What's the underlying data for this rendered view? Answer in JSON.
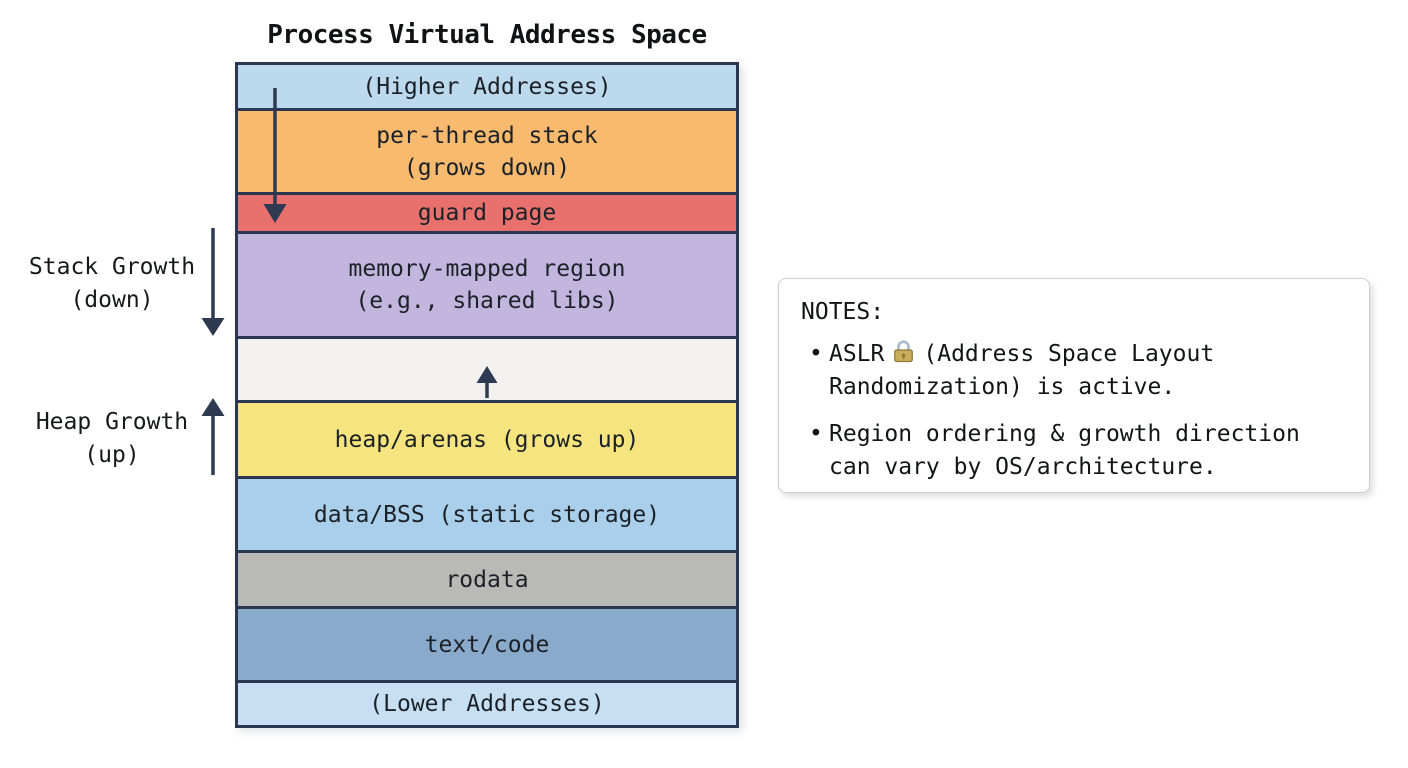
{
  "diagram": {
    "title": "Process Virtual Address Space",
    "border_color": "#2b3650",
    "arrow_color": "#2e3a52",
    "regions": [
      {
        "name": "higher-addresses",
        "color": "#bcd9ee",
        "lines": [
          "(Higher Addresses)"
        ]
      },
      {
        "name": "per-thread-stack",
        "color": "#f7ba6e",
        "lines": [
          "per-thread stack",
          "(grows down)"
        ]
      },
      {
        "name": "guard-page",
        "color": "#e8716d",
        "lines": [
          "guard page"
        ]
      },
      {
        "name": "memory-mapped-region",
        "color": "#c2b5de",
        "lines": [
          "memory-mapped region",
          "(e.g., shared libs)"
        ]
      },
      {
        "name": "unmapped-gap",
        "color": "#f2f1ef",
        "lines": []
      },
      {
        "name": "heap-arenas",
        "color": "#f6e57e",
        "lines": [
          "heap/arenas (grows up)"
        ]
      },
      {
        "name": "data-bss",
        "color": "#a9cfeb",
        "lines": [
          "data/BSS (static storage)"
        ]
      },
      {
        "name": "rodata",
        "color": "#b9b9b6",
        "lines": [
          "rodata"
        ]
      },
      {
        "name": "text-code",
        "color": "#8aaacb",
        "lines": [
          "text/code"
        ]
      },
      {
        "name": "lower-addresses",
        "color": "#c6dff3",
        "lines": [
          "(Lower Addresses)"
        ]
      }
    ]
  },
  "side_labels": {
    "stack_growth": {
      "line1": "Stack Growth",
      "line2": "(down)"
    },
    "heap_growth": {
      "line1": "Heap Growth",
      "line2": "(up)"
    }
  },
  "notes": {
    "title": "NOTES:",
    "bullet_glyph": "•",
    "items": [
      {
        "prefix": "ASLR",
        "icon": "lock-icon",
        "after_icon": "(Address Space Layout",
        "line2": "Randomization) is active."
      },
      {
        "line1": "Region ordering & growth direction",
        "line2": "can vary by OS/architecture."
      }
    ]
  }
}
